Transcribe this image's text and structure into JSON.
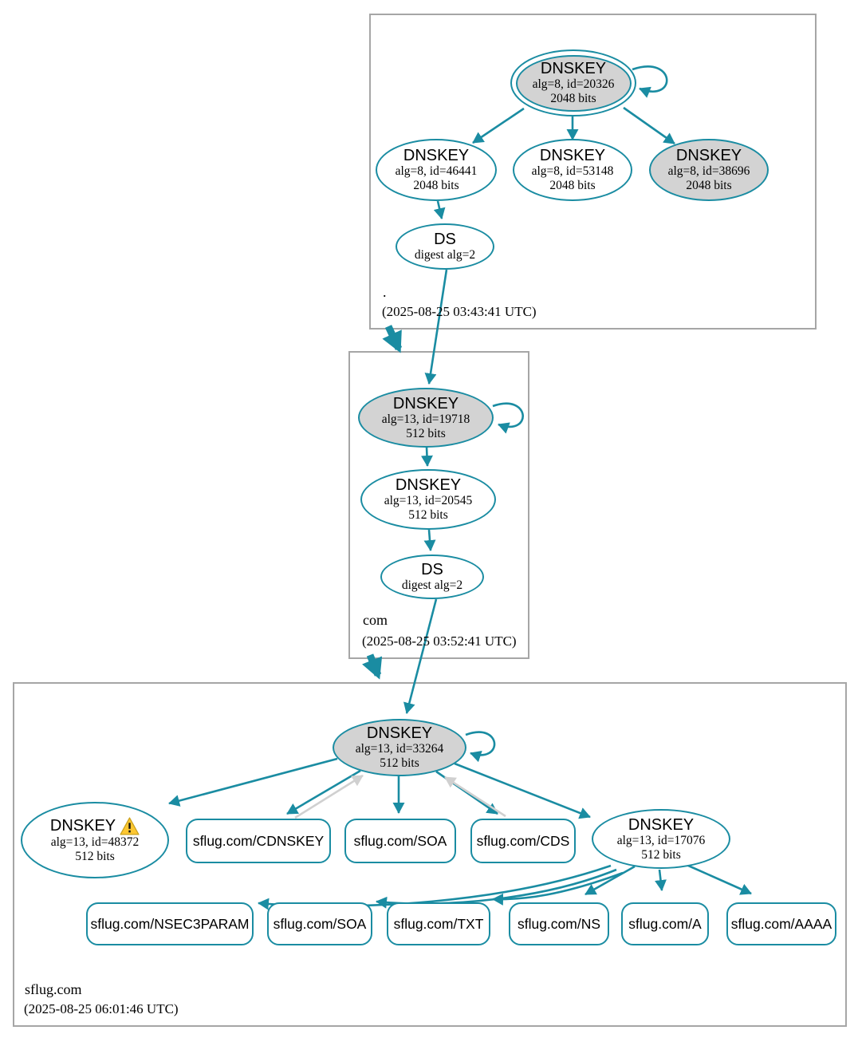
{
  "colors": {
    "edge_secure_teal": "#1a8ca2",
    "edge_gray": "#d0d0d0",
    "node_fill_gray": "#d3d3d3",
    "node_fill_white": "#ffffff",
    "warning_yellow": "#fdc731",
    "zone_box_border": "#a6a6a6"
  },
  "zones": [
    {
      "label": ".",
      "timestamp": "(2025-08-25 03:43:41 UTC)",
      "nodes": [
        {
          "title": "DNSKEY",
          "attr1": "alg=8, id=20326",
          "attr2": "2048 bits",
          "style": "sep-trust-anchor",
          "fill": "gray"
        },
        {
          "title": "DNSKEY",
          "attr1": "alg=8, id=46441",
          "attr2": "2048 bits",
          "fill": "white"
        },
        {
          "title": "DNSKEY",
          "attr1": "alg=8, id=53148",
          "attr2": "2048 bits",
          "fill": "white"
        },
        {
          "title": "DNSKEY",
          "attr1": "alg=8, id=38696",
          "attr2": "2048 bits",
          "fill": "gray"
        },
        {
          "title": "DS",
          "attr1": "digest alg=2",
          "fill": "white"
        }
      ]
    },
    {
      "label": "com",
      "timestamp": "(2025-08-25 03:52:41 UTC)",
      "nodes": [
        {
          "title": "DNSKEY",
          "attr1": "alg=13, id=19718",
          "attr2": "512 bits",
          "fill": "gray"
        },
        {
          "title": "DNSKEY",
          "attr1": "alg=13, id=20545",
          "attr2": "512 bits",
          "fill": "white"
        },
        {
          "title": "DS",
          "attr1": "digest alg=2",
          "fill": "white"
        }
      ]
    },
    {
      "label": "sflug.com",
      "timestamp": "(2025-08-25 06:01:46 UTC)",
      "nodes": [
        {
          "title": "DNSKEY",
          "attr1": "alg=13, id=33264",
          "attr2": "512 bits",
          "fill": "gray"
        },
        {
          "title": "DNSKEY",
          "attr1": "alg=13, id=48372",
          "attr2": "512 bits",
          "fill": "white",
          "warning": true
        },
        {
          "title": "sflug.com/CDNSKEY"
        },
        {
          "title": "sflug.com/SOA"
        },
        {
          "title": "sflug.com/CDS"
        },
        {
          "title": "DNSKEY",
          "attr1": "alg=13, id=17076",
          "attr2": "512 bits",
          "fill": "white"
        },
        {
          "title": "sflug.com/NSEC3PARAM"
        },
        {
          "title": "sflug.com/SOA"
        },
        {
          "title": "sflug.com/TXT"
        },
        {
          "title": "sflug.com/NS"
        },
        {
          "title": "sflug.com/A"
        },
        {
          "title": "sflug.com/AAAA"
        }
      ]
    }
  ],
  "edges": [
    {
      "from": "DNSKEY 20326",
      "to": "DNSKEY 20326",
      "style": "self-loop-secure"
    },
    {
      "from": "DNSKEY 20326",
      "to": "DNSKEY 46441",
      "style": "secure"
    },
    {
      "from": "DNSKEY 20326",
      "to": "DNSKEY 53148",
      "style": "secure"
    },
    {
      "from": "DNSKEY 20326",
      "to": "DNSKEY 38696",
      "style": "secure"
    },
    {
      "from": "DNSKEY 46441",
      "to": "DS digest alg=2 (.)",
      "style": "secure"
    },
    {
      "from": "DS digest alg=2 (.)",
      "to": "DNSKEY 19718",
      "style": "secure"
    },
    {
      "from": "zone .",
      "to": "zone com",
      "style": "delegation-thick"
    },
    {
      "from": "DNSKEY 19718",
      "to": "DNSKEY 19718",
      "style": "self-loop-secure"
    },
    {
      "from": "DNSKEY 19718",
      "to": "DNSKEY 20545",
      "style": "secure"
    },
    {
      "from": "DNSKEY 20545",
      "to": "DS digest alg=2 (com)",
      "style": "secure"
    },
    {
      "from": "DS digest alg=2 (com)",
      "to": "DNSKEY 33264",
      "style": "secure"
    },
    {
      "from": "zone com",
      "to": "zone sflug.com",
      "style": "delegation-thick"
    },
    {
      "from": "DNSKEY 33264",
      "to": "DNSKEY 33264",
      "style": "self-loop-secure"
    },
    {
      "from": "DNSKEY 33264",
      "to": "DNSKEY 48372",
      "style": "secure"
    },
    {
      "from": "DNSKEY 33264",
      "to": "sflug.com/CDNSKEY",
      "style": "secure"
    },
    {
      "from": "sflug.com/CDNSKEY",
      "to": "DNSKEY 33264",
      "style": "gray"
    },
    {
      "from": "DNSKEY 33264",
      "to": "sflug.com/SOA",
      "style": "secure"
    },
    {
      "from": "DNSKEY 33264",
      "to": "sflug.com/CDS",
      "style": "secure"
    },
    {
      "from": "sflug.com/CDS",
      "to": "DNSKEY 33264",
      "style": "gray"
    },
    {
      "from": "DNSKEY 33264",
      "to": "DNSKEY 17076",
      "style": "secure"
    },
    {
      "from": "DNSKEY 17076",
      "to": "sflug.com/NSEC3PARAM",
      "style": "secure"
    },
    {
      "from": "DNSKEY 17076",
      "to": "sflug.com/SOA",
      "style": "secure"
    },
    {
      "from": "DNSKEY 17076",
      "to": "sflug.com/TXT",
      "style": "secure"
    },
    {
      "from": "DNSKEY 17076",
      "to": "sflug.com/NS",
      "style": "secure"
    },
    {
      "from": "DNSKEY 17076",
      "to": "sflug.com/A",
      "style": "secure"
    },
    {
      "from": "DNSKEY 17076",
      "to": "sflug.com/AAAA",
      "style": "secure"
    }
  ]
}
